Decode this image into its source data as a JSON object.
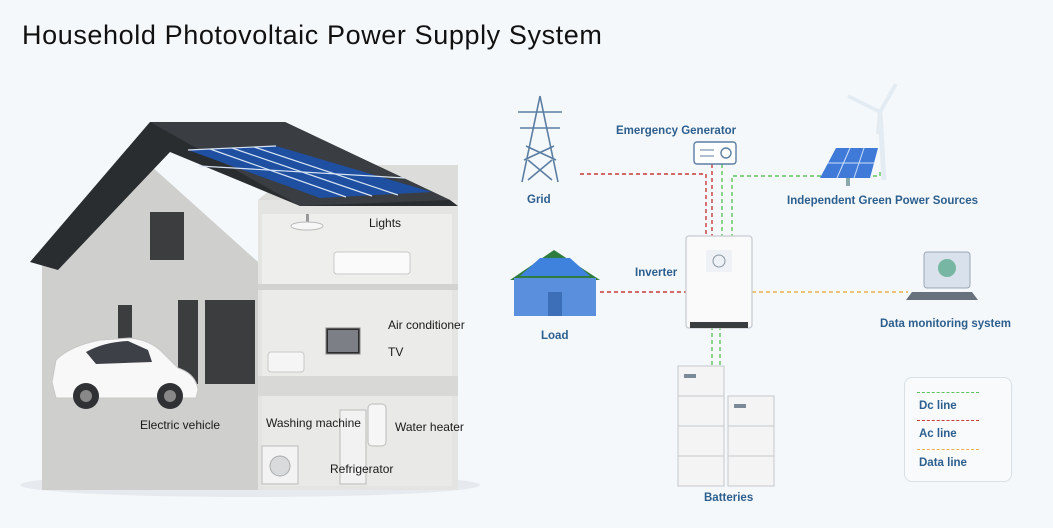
{
  "title": "Household Photovoltaic Power Supply System",
  "house_labels": {
    "lights": "Lights",
    "air_conditioner": "Air conditioner",
    "tv": "TV",
    "electric_vehicle": "Electric vehicle",
    "washing_machine": "Washing machine",
    "water_heater": "Water heater",
    "refrigerator": "Refrigerator"
  },
  "diagram_labels": {
    "grid": "Grid",
    "emergency_generator": "Emergency Generator",
    "green_sources": "Independent Green Power Sources",
    "inverter": "Inverter",
    "load": "Load",
    "data_monitoring": "Data monitoring system",
    "batteries": "Batteries"
  },
  "legend": {
    "dc": {
      "label": "Dc line",
      "color": "#5cc45c"
    },
    "ac": {
      "label": "Ac line",
      "color": "#c83a3a"
    },
    "data": {
      "label": "Data line",
      "color": "#e8b04a"
    }
  }
}
